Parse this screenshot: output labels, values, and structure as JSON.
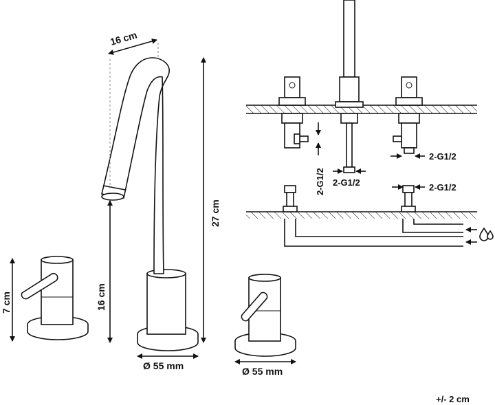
{
  "dimensions": {
    "spout_reach": "16 cm",
    "total_height": "27 cm",
    "spout_height": "16 cm",
    "handle_height": "7 cm",
    "spout_base_diameter": "Ø 55 mm",
    "handle_base_diameter": "Ø 55 mm"
  },
  "connections": {
    "left_inlet": "2-G1/2",
    "center_outlet": "2-G1/2",
    "right_inlet": "2-G1/2",
    "supply_hose": "2-G1/2"
  },
  "tolerance": "+/- 2 cm",
  "icons": [
    "water-drops-icon"
  ],
  "colors": {
    "line": "#111111",
    "background": "#ffffff"
  }
}
